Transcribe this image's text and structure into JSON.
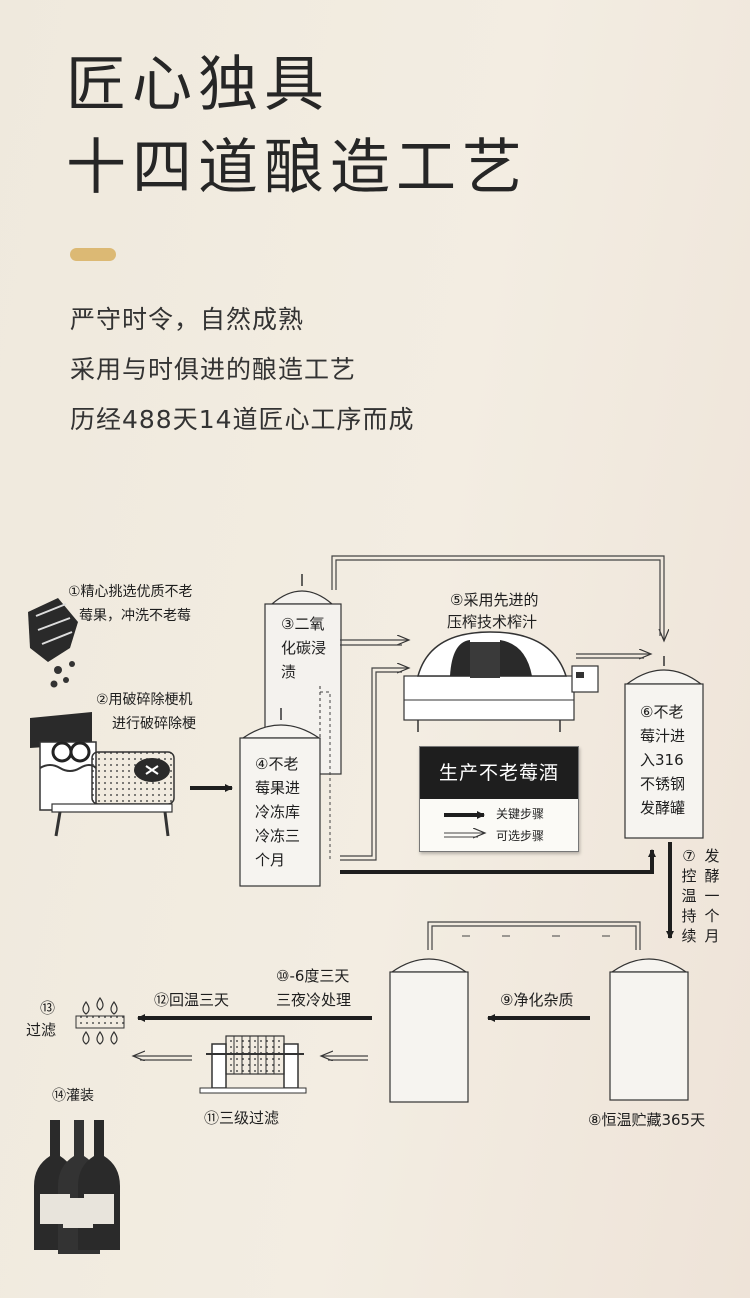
{
  "heading": {
    "line1": "匠心独具",
    "line2": "十四道酿造工艺"
  },
  "intro": {
    "line1": "严守时令，自然成熟",
    "line2": "采用与时俱进的酿造工艺",
    "line3": "历经488天14道匠心工序而成"
  },
  "steps": {
    "s1a": "①精心挑选优质不老",
    "s1b": "莓果，冲洗不老莓",
    "s2a": "②用破碎除梗机",
    "s2b": "进行破碎除梗",
    "s3": "③二氧化碳浸渍",
    "s4": "④不老莓果进冷冻库冷冻三个月",
    "s5a": "⑤采用先进的",
    "s5b": "压榨技术榨汁",
    "s6": "⑥不老莓汁进入316不锈钢发酵罐",
    "s7a": "⑦控温持续",
    "s7b": "发酵一个月",
    "s8": "⑧恒温贮藏365天",
    "s9": "⑨净化杂质",
    "s10a": "⑩-6度三天",
    "s10b": "三夜冷处理",
    "s11": "⑪三级过滤",
    "s12": "⑫回温三天",
    "s13a": "⑬",
    "s13b": "过滤",
    "s14": "⑭灌装"
  },
  "legend": {
    "title": "生产不老莓酒",
    "key_step": "关键步骤",
    "optional_step": "可选步骤"
  },
  "colors": {
    "accent_gold": "#dcb974",
    "ink": "#1e1e1e",
    "legend_head": "#1e1e1e"
  }
}
